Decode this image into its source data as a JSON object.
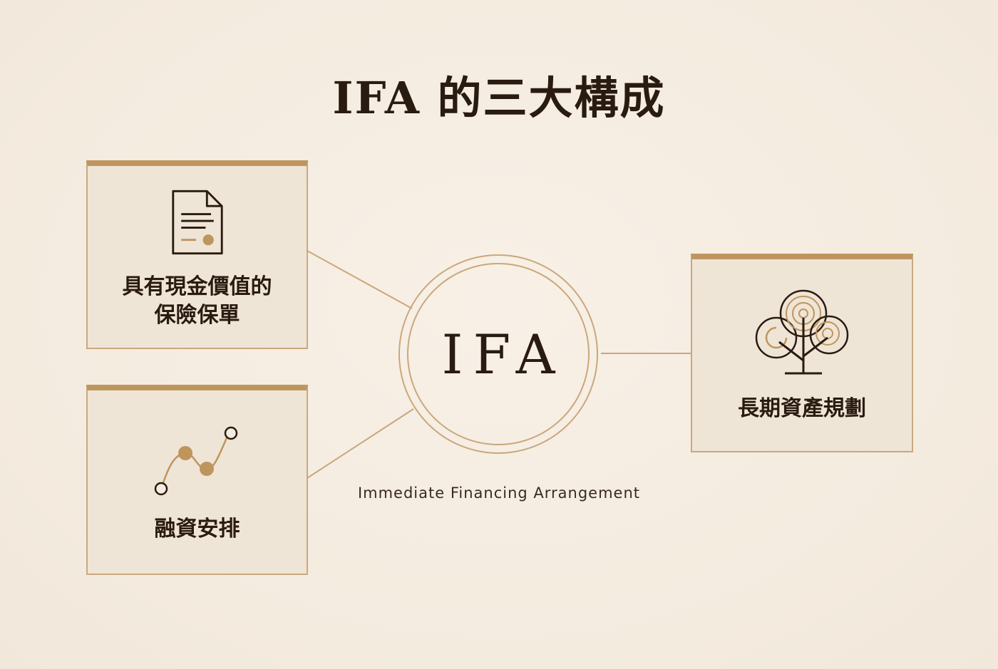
{
  "title": "IFA 的三大構成",
  "hub": {
    "label": "IFA",
    "subtitle": "Immediate Financing Arrangement"
  },
  "cards": [
    {
      "label": "具有現金價值的\n保險保單",
      "icon": "document-icon"
    },
    {
      "label": "融資安排",
      "icon": "line-chart-icon"
    },
    {
      "label": "長期資產規劃",
      "icon": "tree-icon"
    }
  ],
  "colors": {
    "background": "#f6ede2",
    "card_fill": "#efe5d6",
    "accent_gold": "#bf955e",
    "line_gold": "#c9a87c",
    "text_dark": "#2a1b10"
  }
}
